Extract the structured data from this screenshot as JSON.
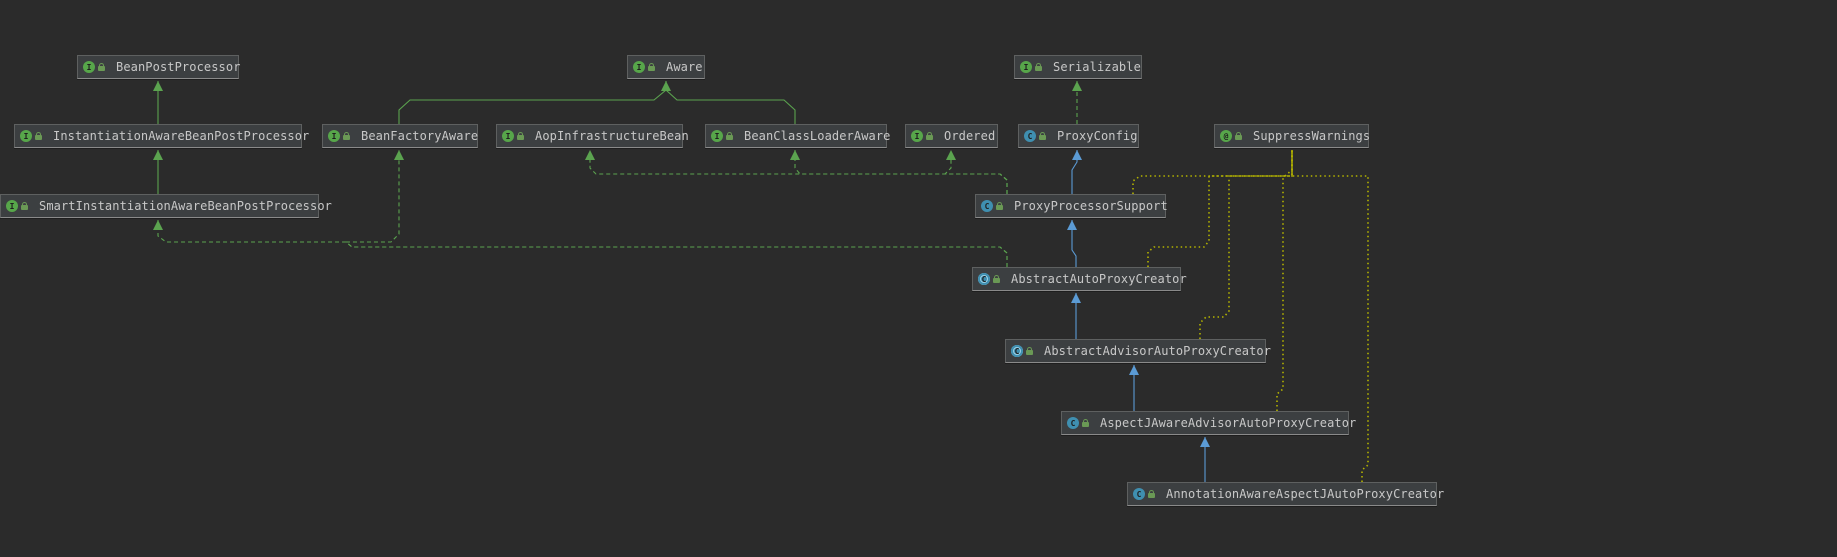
{
  "diagram": {
    "colors": {
      "background": "#2b2b2b",
      "implements": "#5ba34f",
      "extends": "#5b9bd5",
      "annotated": "#b3b300"
    },
    "nodes": [
      {
        "id": "bpp",
        "kind": "interface",
        "icon": "interface-icon",
        "label": "BeanPostProcessor"
      },
      {
        "id": "aware",
        "kind": "interface",
        "icon": "interface-icon",
        "label": "Aware"
      },
      {
        "id": "ser",
        "kind": "interface",
        "icon": "interface-icon",
        "label": "Serializable"
      },
      {
        "id": "iabpp",
        "kind": "interface",
        "icon": "interface-icon",
        "label": "InstantiationAwareBeanPostProcessor"
      },
      {
        "id": "bfa",
        "kind": "interface",
        "icon": "interface-icon",
        "label": "BeanFactoryAware"
      },
      {
        "id": "aib",
        "kind": "interface",
        "icon": "interface-icon",
        "label": "AopInfrastructureBean"
      },
      {
        "id": "bcla",
        "kind": "interface",
        "icon": "interface-icon",
        "label": "BeanClassLoaderAware"
      },
      {
        "id": "ord",
        "kind": "interface",
        "icon": "interface-icon",
        "label": "Ordered"
      },
      {
        "id": "pc",
        "kind": "class",
        "icon": "class-icon",
        "label": "ProxyConfig"
      },
      {
        "id": "sw",
        "kind": "annotation",
        "icon": "annotation-icon",
        "label": "SuppressWarnings"
      },
      {
        "id": "siabpp",
        "kind": "interface",
        "icon": "interface-icon",
        "label": "SmartInstantiationAwareBeanPostProcessor"
      },
      {
        "id": "pps",
        "kind": "class",
        "icon": "class-icon",
        "label": "ProxyProcessorSupport"
      },
      {
        "id": "aapc",
        "kind": "abstract",
        "icon": "abstract-class-icon",
        "label": "AbstractAutoProxyCreator"
      },
      {
        "id": "aaapc",
        "kind": "abstract",
        "icon": "abstract-class-icon",
        "label": "AbstractAdvisorAutoProxyCreator"
      },
      {
        "id": "ajaapc",
        "kind": "class",
        "icon": "class-icon",
        "label": "AspectJAwareAdvisorAutoProxyCreator"
      },
      {
        "id": "aaajapc",
        "kind": "class",
        "icon": "class-icon",
        "label": "AnnotationAwareAspectJAutoProxyCreator"
      }
    ],
    "edges": [
      {
        "from": "iabpp",
        "to": "bpp",
        "type": "extends-interface"
      },
      {
        "from": "siabpp",
        "to": "iabpp",
        "type": "extends-interface"
      },
      {
        "from": "bfa",
        "to": "aware",
        "type": "extends-interface"
      },
      {
        "from": "bcla",
        "to": "aware",
        "type": "extends-interface"
      },
      {
        "from": "pc",
        "to": "ser",
        "type": "implements"
      },
      {
        "from": "pps",
        "to": "pc",
        "type": "extends"
      },
      {
        "from": "pps",
        "to": "aib",
        "type": "implements"
      },
      {
        "from": "pps",
        "to": "bcla",
        "type": "implements"
      },
      {
        "from": "pps",
        "to": "ord",
        "type": "implements"
      },
      {
        "from": "aapc",
        "to": "pps",
        "type": "extends"
      },
      {
        "from": "aapc",
        "to": "siabpp",
        "type": "implements"
      },
      {
        "from": "aapc",
        "to": "bfa",
        "type": "implements"
      },
      {
        "from": "aaapc",
        "to": "aapc",
        "type": "extends"
      },
      {
        "from": "ajaapc",
        "to": "aaapc",
        "type": "extends"
      },
      {
        "from": "aaajapc",
        "to": "ajaapc",
        "type": "extends"
      },
      {
        "from": "pps",
        "to": "sw",
        "type": "annotated"
      },
      {
        "from": "aapc",
        "to": "sw",
        "type": "annotated"
      },
      {
        "from": "aaapc",
        "to": "sw",
        "type": "annotated"
      },
      {
        "from": "ajaapc",
        "to": "sw",
        "type": "annotated"
      },
      {
        "from": "aaajapc",
        "to": "sw",
        "type": "annotated"
      }
    ]
  }
}
